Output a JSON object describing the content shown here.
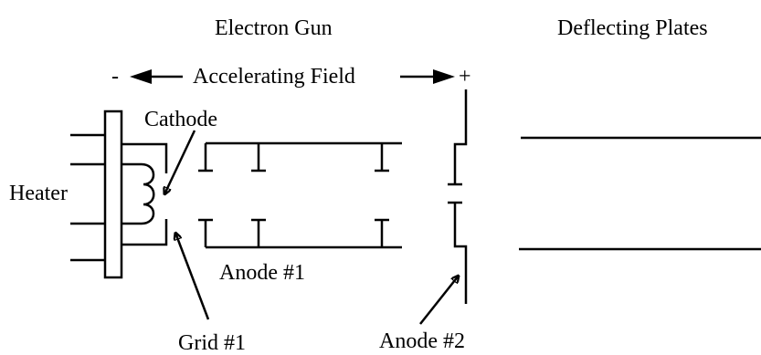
{
  "labels": {
    "electron_gun": "Electron Gun",
    "deflecting_plates": "Deflecting Plates",
    "minus": "-",
    "accelerating_field": "Accelerating Field",
    "plus": "+",
    "cathode": "Cathode",
    "heater": "Heater",
    "anode1": "Anode #1",
    "grid1": "Grid #1",
    "anode2": "Anode #2"
  }
}
